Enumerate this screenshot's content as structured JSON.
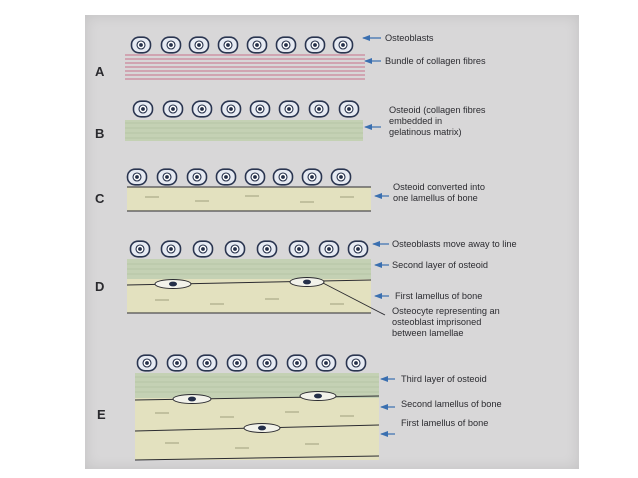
{
  "panels": [
    {
      "letter": "A",
      "labels": [
        {
          "key": "osteoblasts",
          "lines": [
            "Osteoblasts"
          ]
        },
        {
          "key": "collagen",
          "lines": [
            "Bundle of collagen fibres"
          ]
        }
      ]
    },
    {
      "letter": "B",
      "labels": [
        {
          "key": "osteoid",
          "lines": [
            "Osteoid (collagen fibres",
            "embedded in",
            "gelatinous matrix)"
          ]
        }
      ]
    },
    {
      "letter": "C",
      "labels": [
        {
          "key": "converted",
          "lines": [
            "Osteoid converted into",
            "one lamellus of bone"
          ]
        }
      ]
    },
    {
      "letter": "D",
      "labels": [
        {
          "key": "move-away",
          "lines": [
            "Osteoblasts move away to line"
          ]
        },
        {
          "key": "second-osteoid",
          "lines": [
            "Second layer of osteoid"
          ]
        },
        {
          "key": "first-lamellus",
          "lines": [
            "First lamellus of bone"
          ]
        },
        {
          "key": "osteocyte",
          "lines": [
            "Osteocyte representing an",
            "osteoblast imprisoned",
            "between lamellae"
          ]
        }
      ]
    },
    {
      "letter": "E",
      "labels": [
        {
          "key": "third-osteoid",
          "lines": [
            "Third layer of osteoid"
          ]
        },
        {
          "key": "second-lamellus",
          "lines": [
            "Second lamellus of bone"
          ]
        },
        {
          "key": "first-lamellus",
          "lines": [
            "First lamellus of bone"
          ]
        }
      ]
    }
  ],
  "colors": {
    "page": "#d8d7d8",
    "cell_fill": "#e6eaf2",
    "cell_stroke": "#2a3550",
    "nucleus": "#25304a",
    "collagen_lines": "#c9708a",
    "osteoid_fill": "#c4d1b4",
    "bone_fill": "#e3e1bf",
    "ink": "#2b2b30",
    "arrow": "#3a6fb0"
  }
}
